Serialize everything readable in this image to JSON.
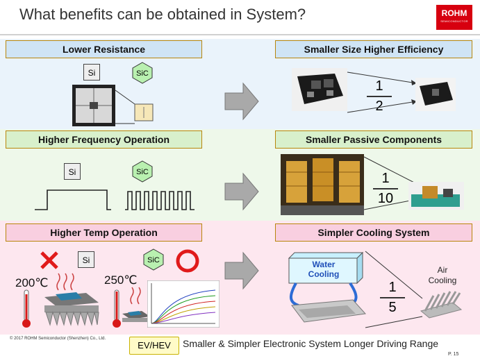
{
  "header": {
    "title": "What benefits can be obtained in System?",
    "logo_text": "ROHM",
    "logo_sub": "SEMICONDUCTOR",
    "logo_color": "#d7000f"
  },
  "rows": [
    {
      "left_label": "Lower Resistance",
      "right_label": "Smaller Size Higher Efficiency",
      "si_label": "Si",
      "sic_label": "SiC",
      "fraction": {
        "numerator": "1",
        "denominator": "2"
      },
      "band_color": "#eaf3fb"
    },
    {
      "left_label": "Higher Frequency Operation",
      "right_label": "Smaller Passive Components",
      "si_label": "Si",
      "sic_label": "SiC",
      "fraction": {
        "numerator": "1",
        "denominator": "10"
      },
      "band_color": "#eef8ea"
    },
    {
      "left_label": "Higher Temp Operation",
      "right_label": "Simpler Cooling System",
      "si_label": "Si",
      "sic_label": "SiC",
      "temp_si": "200℃",
      "temp_sic": "250℃",
      "water_cooling": "Water\nCooling",
      "water_line1": "Water",
      "water_line2": "Cooling",
      "air_line1": "Air",
      "air_line2": "Cooling",
      "fraction": {
        "numerator": "1",
        "denominator": "5"
      },
      "band_color": "#fde7ef"
    }
  ],
  "footer": {
    "copyright": "© 2017 ROHM Semiconductor (Shenzhen) Co., Ltd.",
    "ev_badge": "EV/HEV",
    "summary": "Smaller & Simpler Electronic System Longer Driving Range",
    "page": "P. 15"
  }
}
